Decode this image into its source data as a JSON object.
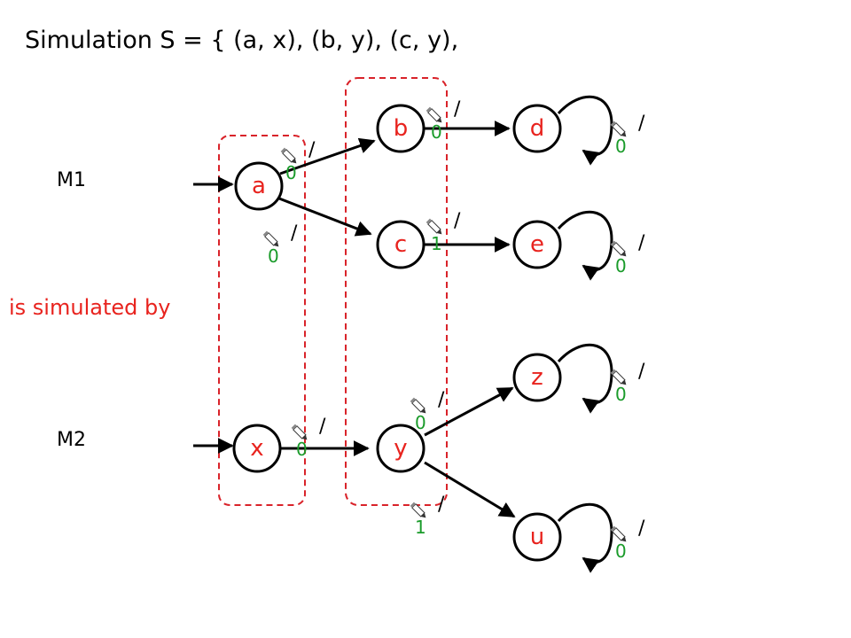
{
  "title": "Simulation  S = { (a, x), (b, y), (c, y),",
  "machines": {
    "m1": "M1",
    "m2": "M2"
  },
  "relation_label": "is simulated by",
  "colors": {
    "state": "#e8231e",
    "output": "#1a9b2a",
    "group": "#d9232a",
    "edge": "#000000"
  },
  "icons": {
    "input_marker": "pencil-icon"
  },
  "nodes": {
    "a": "a",
    "b": "b",
    "c": "c",
    "d": "d",
    "e": "e",
    "x": "x",
    "y": "y",
    "z": "z",
    "u": "u"
  },
  "transitions": [
    {
      "id": "a_b",
      "from": "a",
      "to": "b",
      "sep": "/",
      "output": "0"
    },
    {
      "id": "a_c",
      "from": "a",
      "to": "c",
      "sep": "/",
      "output": "0"
    },
    {
      "id": "b_d",
      "from": "b",
      "to": "d",
      "sep": "/",
      "output": "0"
    },
    {
      "id": "c_e",
      "from": "c",
      "to": "e",
      "sep": "/",
      "output": "1"
    },
    {
      "id": "d_d",
      "from": "d",
      "to": "d",
      "sep": "/",
      "output": "0"
    },
    {
      "id": "e_e",
      "from": "e",
      "to": "e",
      "sep": "/",
      "output": "0"
    },
    {
      "id": "x_y",
      "from": "x",
      "to": "y",
      "sep": "/",
      "output": "0"
    },
    {
      "id": "y_z",
      "from": "y",
      "to": "z",
      "sep": "/",
      "output": "0"
    },
    {
      "id": "y_u",
      "from": "y",
      "to": "u",
      "sep": "/",
      "output": "1"
    },
    {
      "id": "z_z",
      "from": "z",
      "to": "z",
      "sep": "/",
      "output": "0"
    },
    {
      "id": "u_u",
      "from": "u",
      "to": "u",
      "sep": "/",
      "output": "0"
    }
  ]
}
